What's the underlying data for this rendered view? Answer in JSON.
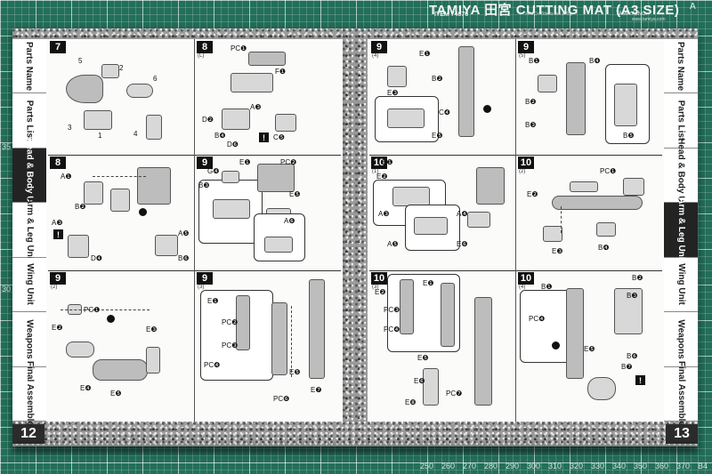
{
  "mat": {
    "brand": "TAMIYA 田宮 CUTTING MAT (A3 SIZE)",
    "item": "ITEM 74076",
    "sub": ">PVC<  Title is not a Toy",
    "company": "TAMIYA,INC.",
    "url": "www.tamiya.com",
    "tag": "A",
    "ruler_left": [
      "35",
      "30"
    ],
    "ruler_bottom": [
      "250",
      "260",
      "270",
      "280",
      "290",
      "300",
      "310",
      "320",
      "330",
      "340",
      "350",
      "360",
      "370",
      "B4"
    ]
  },
  "left_page": {
    "number": "12",
    "tabs": [
      "Parts Name",
      "Parts List",
      "Head & Body Unit",
      "Arm & Leg Unit",
      "Wing Unit",
      "Weapons",
      "Final Assemble"
    ],
    "active_tab": "Head & Body Unit",
    "steps": [
      {
        "num": "7",
        "labels": [
          "5",
          "2",
          "6",
          "3",
          "1",
          "4"
        ]
      },
      {
        "num": "8",
        "sub": "(L)",
        "labels": [
          "PC❶",
          "F❶",
          "D❷",
          "A❸",
          "B❹",
          "C❺",
          "D❻"
        ]
      },
      {
        "num": "8",
        "labels": [
          "A❶",
          "B❷",
          "A❸",
          "D❹",
          "A❺",
          "B❻"
        ]
      },
      {
        "num": "9",
        "labels": [
          "E❶",
          "PC❷",
          "B❸",
          "G❹",
          "E❺",
          "A❻"
        ]
      },
      {
        "num": "9",
        "sub": "(2)",
        "labels": [
          "PC❶",
          "E❷",
          "E❸",
          "E❹",
          "E❺"
        ]
      },
      {
        "num": "9",
        "sub": "(3)",
        "labels": [
          "E❶",
          "PC❷",
          "PC❸",
          "PC❹",
          "E❺",
          "PC❻",
          "E❼"
        ]
      }
    ]
  },
  "right_page": {
    "number": "13",
    "tabs": [
      "Parts Name",
      "Parts List",
      "Head & Body Unit",
      "Arm & Leg Unit",
      "Wing Unit",
      "Weapons",
      "Final Assemble"
    ],
    "active_tab": "Arm & Leg Unit",
    "steps": [
      {
        "num": "9",
        "sub": "(4)",
        "labels": [
          "E❶",
          "B❷",
          "E❸",
          "C❹",
          "E❺"
        ]
      },
      {
        "num": "9",
        "sub": "(5)",
        "labels": [
          "B❶",
          "B❷",
          "B❸",
          "B❹",
          "B❺"
        ]
      },
      {
        "num": "10",
        "sub": "(1)",
        "labels": [
          "E❶",
          "E❷",
          "A❸",
          "A❹",
          "A❺",
          "E❻"
        ]
      },
      {
        "num": "10",
        "sub": "(2)",
        "labels": [
          "PC❶",
          "E❷",
          "E❸",
          "B❹"
        ]
      },
      {
        "num": "10",
        "sub": "(3)",
        "labels": [
          "E❶",
          "E❷",
          "PC❸",
          "PC❹",
          "E❺",
          "E❻",
          "PC❼",
          "E❽"
        ]
      },
      {
        "num": "10",
        "sub": "(4)",
        "labels": [
          "B❶",
          "B❷",
          "B❸",
          "PC❹",
          "E❺",
          "B❻",
          "B❼"
        ]
      }
    ]
  }
}
